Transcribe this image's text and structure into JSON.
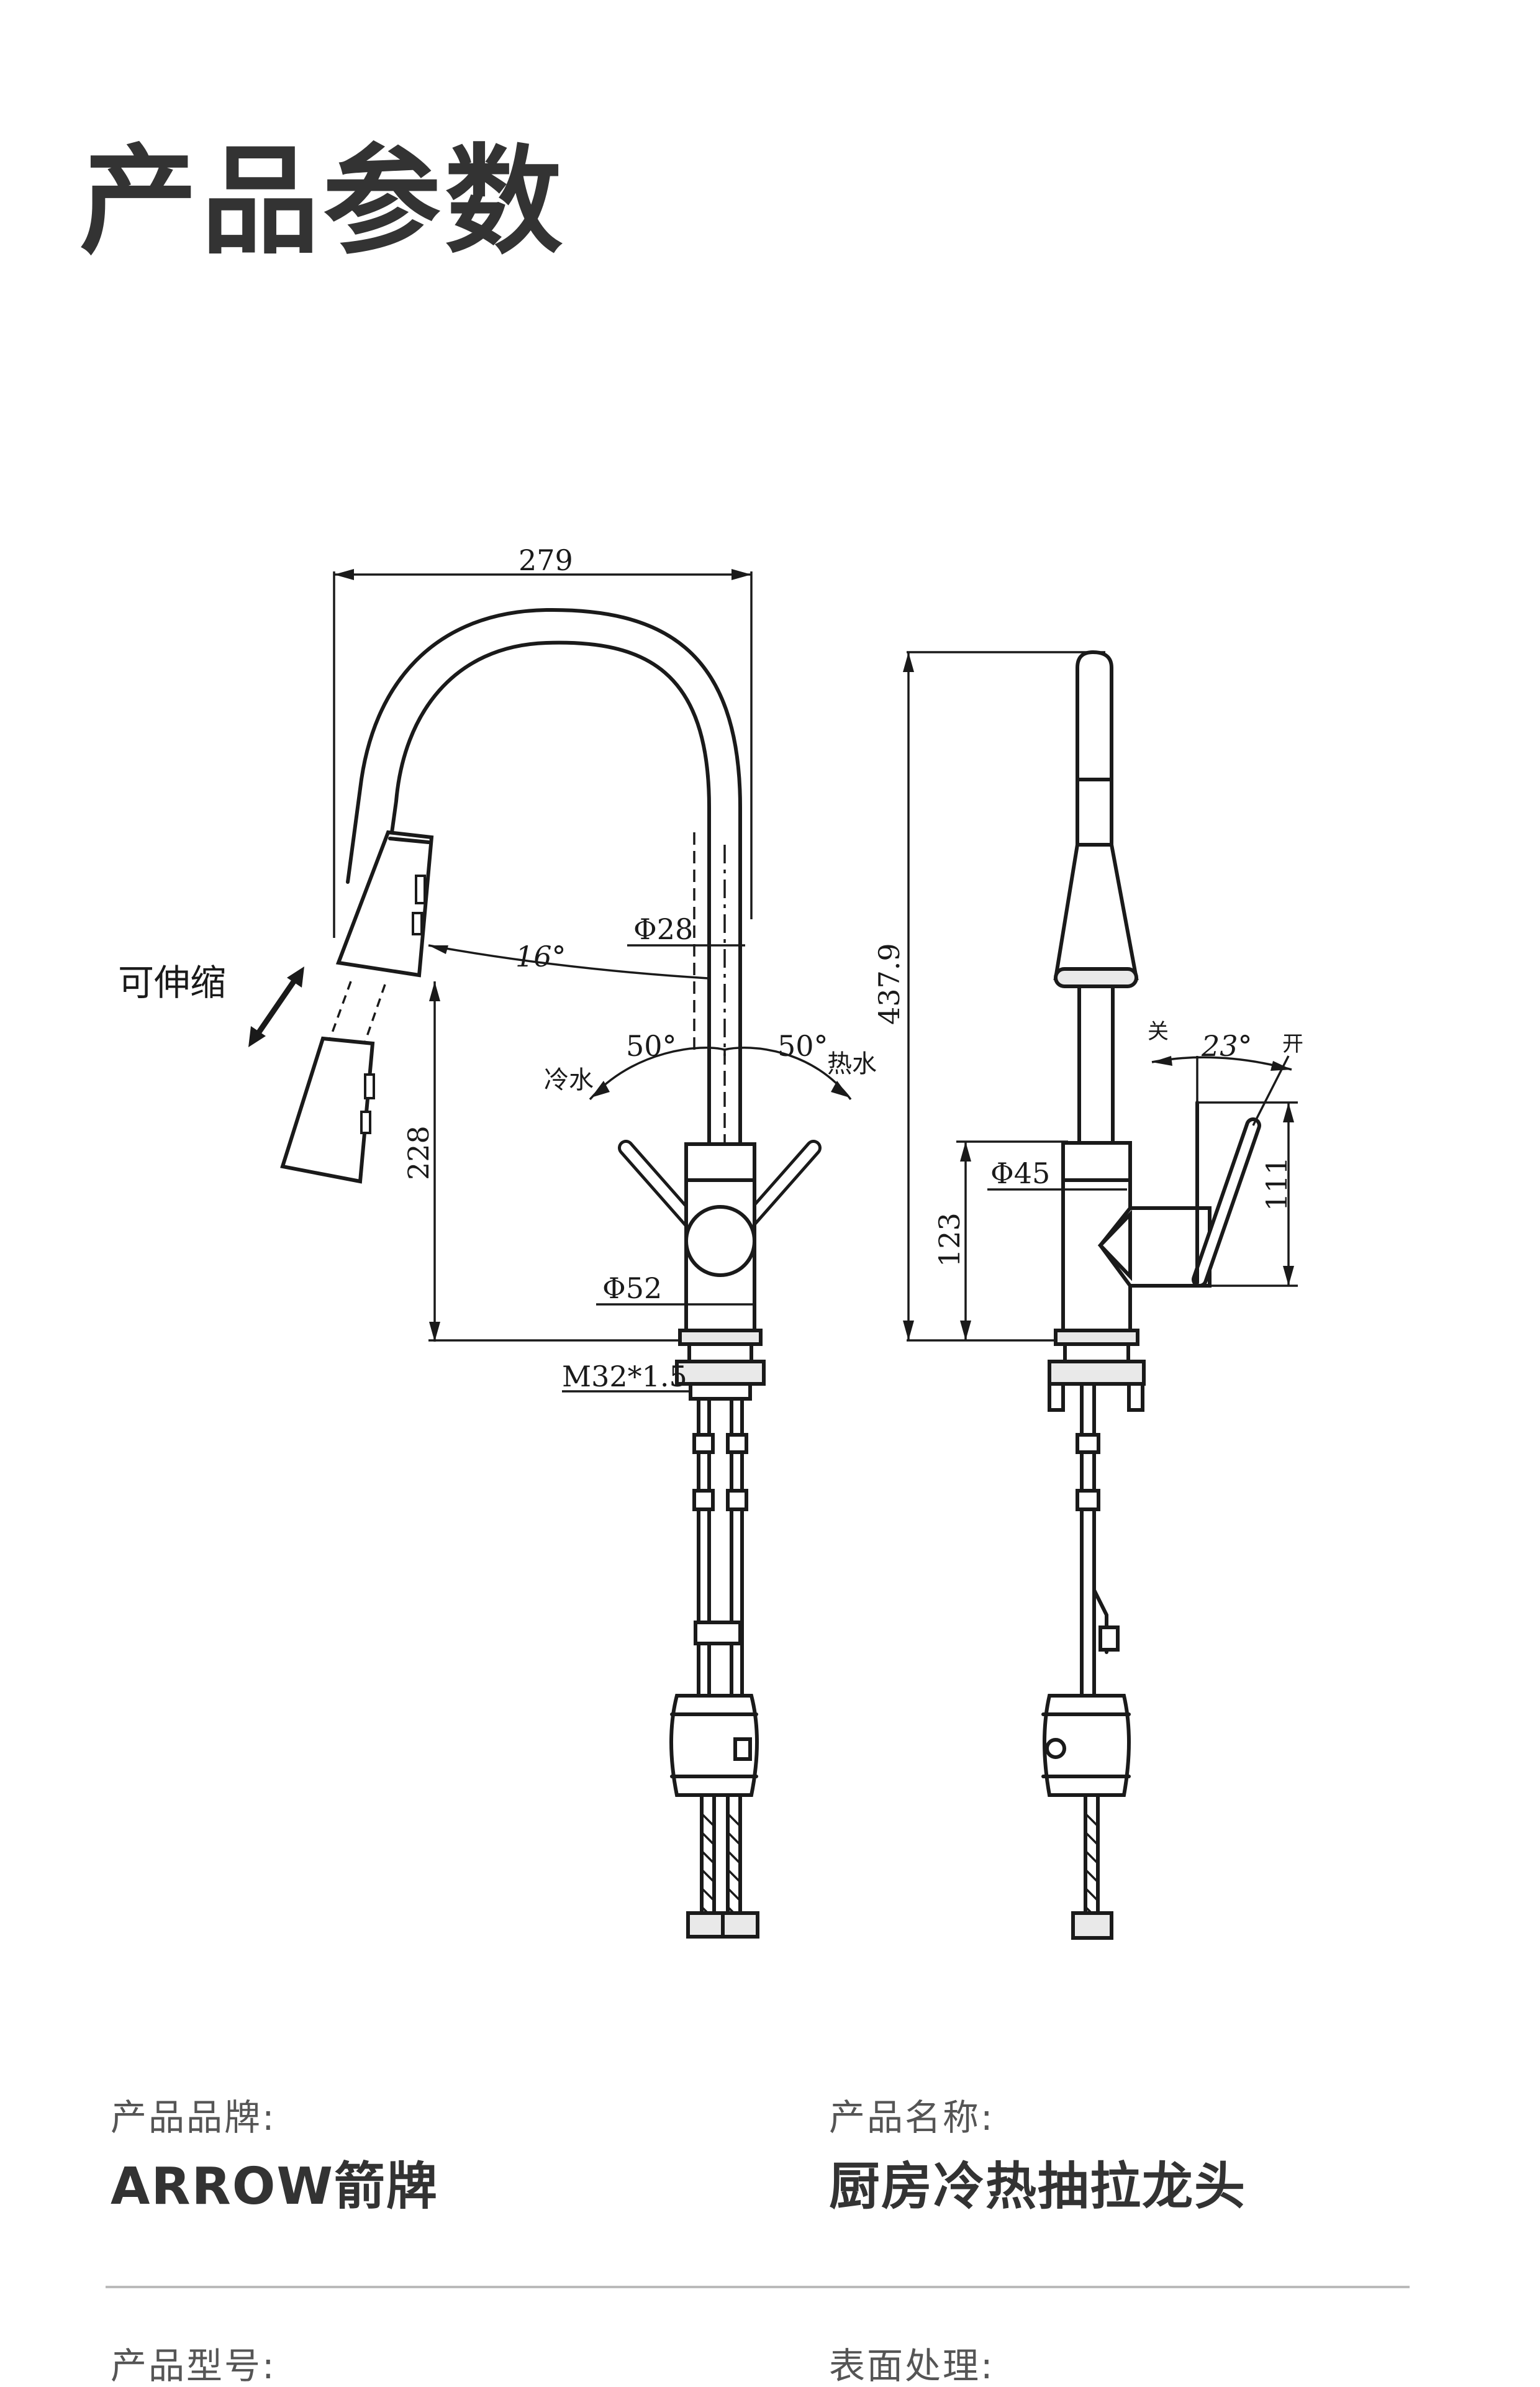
{
  "page_title": "产品参数",
  "drawing": {
    "dim_width": "279",
    "dim_height_total": "437.9",
    "dim_spout_dia": "Φ28",
    "dim_angle_spray": "16°",
    "dim_angle_cold": "50°",
    "dim_angle_hot": "50°",
    "label_cold": "冷水",
    "label_hot": "热水",
    "label_telescopic": "可伸缩",
    "dim_spout_height": "228",
    "dim_base_dia": "Φ52",
    "dim_thread": "M32*1.5",
    "dim_body_dia": "Φ45",
    "dim_body_height": "123",
    "dim_handle_height": "111",
    "dim_handle_angle": "23°",
    "label_close": "关",
    "label_open": "开"
  },
  "params": [
    {
      "label": "产品品牌:",
      "value": "ARROW箭牌"
    },
    {
      "label": "产品名称:",
      "value": "厨房冷热抽拉龙头"
    },
    {
      "label": "产品型号:",
      "value": ""
    },
    {
      "label": "表面处理:",
      "value": ""
    }
  ]
}
